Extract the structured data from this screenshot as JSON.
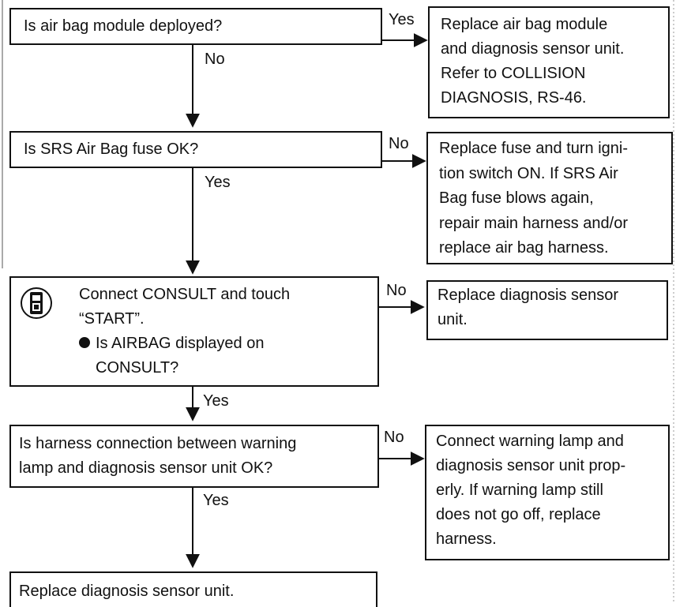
{
  "steps": [
    {
      "lines": [
        "Is air bag module deployed?"
      ]
    },
    {
      "lines": [
        "Is SRS Air Bag fuse OK?"
      ]
    },
    {
      "lines": [
        "Connect CONSULT and touch",
        "“START”.",
        "Is AIRBAG displayed on",
        "CONSULT?"
      ]
    },
    {
      "lines": [
        "Is harness connection between warning",
        "lamp and diagnosis sensor unit OK?"
      ]
    },
    {
      "lines": [
        "Replace diagnosis sensor unit."
      ]
    }
  ],
  "actions": [
    {
      "lines": [
        "Replace air bag module",
        "and diagnosis sensor unit.",
        "Refer to COLLISION",
        "DIAGNOSIS, RS-46."
      ]
    },
    {
      "lines": [
        "Replace fuse and turn igni-",
        "tion switch ON. If SRS Air",
        "Bag fuse blows again,",
        "repair main harness and/or",
        "replace air bag harness."
      ]
    },
    {
      "lines": [
        "Replace diagnosis sensor",
        "unit."
      ]
    },
    {
      "lines": [
        "Connect warning lamp and",
        "diagnosis sensor unit prop-",
        "erly. If warning lamp still",
        "does not go off, replace",
        "harness."
      ]
    }
  ],
  "branch_labels": {
    "q1_yes": "Yes",
    "q1_no": "No",
    "q2_no": "No",
    "q2_yes": "Yes",
    "q3_no": "No",
    "q3_yes": "Yes",
    "q4_no": "No",
    "q4_yes": "Yes"
  },
  "icons": {
    "consult_tool": "consult-tester-icon",
    "bullet": "bullet-dot-icon"
  }
}
